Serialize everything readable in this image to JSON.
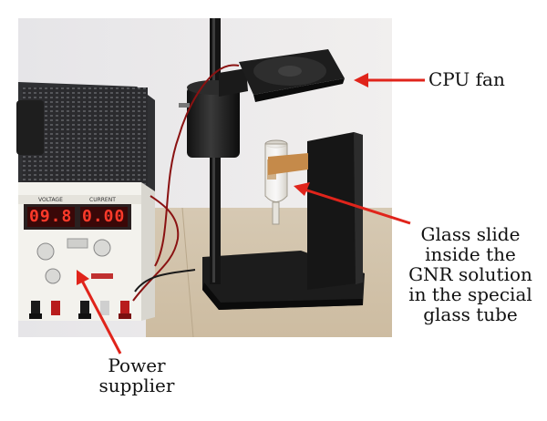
{
  "labels": {
    "cpu_fan": "CPU fan",
    "glass_slide": "Glass slide\ninside the\nGNR solution\nin the special\nglass tube",
    "power_supplier": "Power\nsupplier"
  },
  "display": {
    "voltage_caption": "VOLTAGE",
    "current_caption": "CURRENT",
    "voltage_value": "09.8",
    "current_value": "0.00"
  },
  "colors": {
    "arrow": "#e0241b",
    "wall": "#ebe9ea",
    "table": "#d9cbb5",
    "device_body": "#f2f2ee",
    "stand_black": "#1b1b1b",
    "lcd_red": "#ff3a2a",
    "gnr_tape": "#c58a4a"
  }
}
